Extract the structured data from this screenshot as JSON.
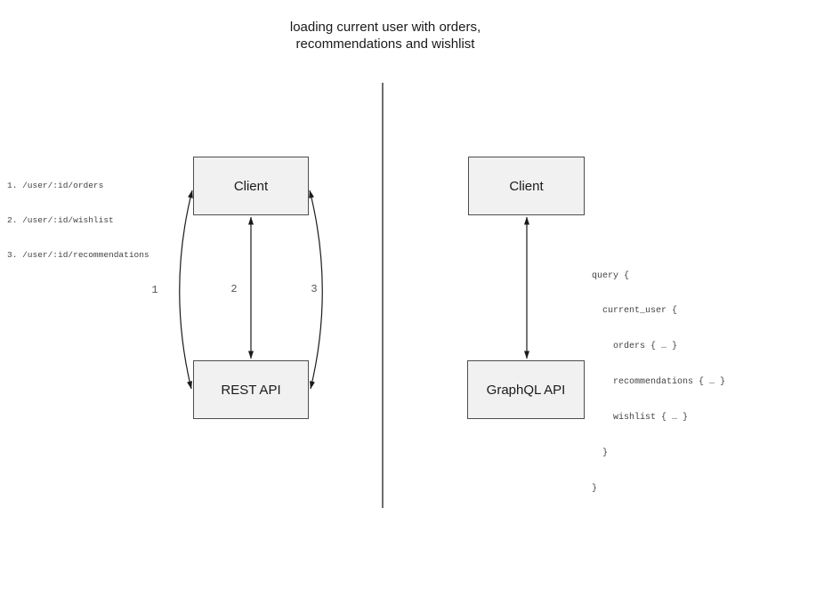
{
  "title": {
    "lines": [
      "loading current user with orders,",
      "recommendations and wishlist"
    ]
  },
  "left_panel": {
    "client_label": "Client",
    "api_label": "REST API",
    "endpoints": [
      "1. /user/:id/orders",
      "2. /user/:id/wishlist",
      "3. /user/:id/recommendations"
    ],
    "arrow_labels": [
      "1",
      "2",
      "3"
    ]
  },
  "right_panel": {
    "client_label": "Client",
    "api_label": "GraphQL API",
    "query_lines": [
      "query {",
      "  current_user {",
      "    orders { … }",
      "    recommendations { … }",
      "    wishlist { … }",
      "  }",
      "}"
    ]
  },
  "colors": {
    "box_fill": "#f1f1f1",
    "box_border": "#4d4d4d",
    "label_text": "#1a1a1a",
    "code_text": "#434343",
    "number_text": "#565656",
    "divider": "#6e6e6e",
    "arrow": "#1a1a1a"
  }
}
